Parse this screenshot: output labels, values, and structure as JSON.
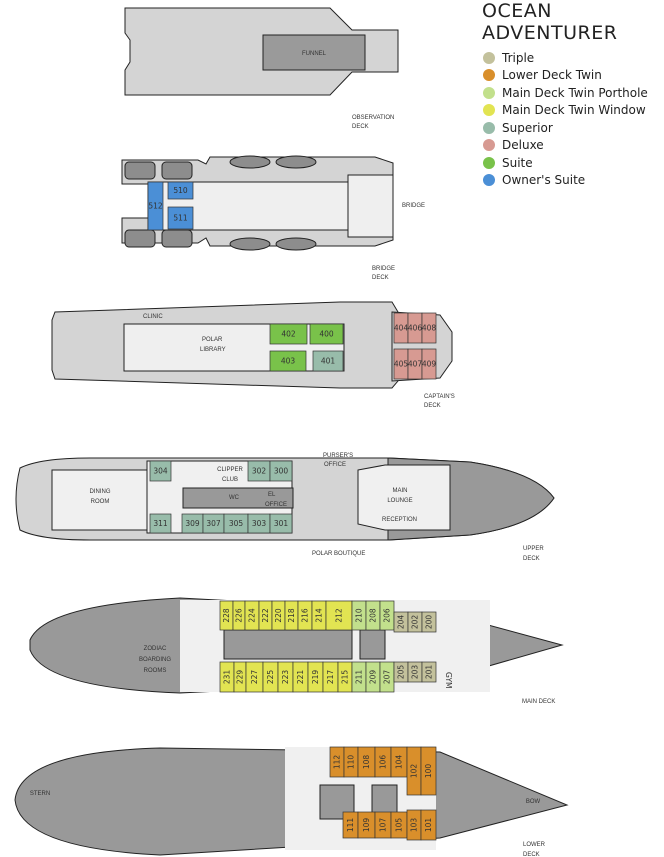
{
  "title": "OCEAN ADVENTURER",
  "legend": [
    {
      "label": "Triple",
      "color": "#c3c19c"
    },
    {
      "label": "Lower Deck Twin",
      "color": "#d98f2b"
    },
    {
      "label": "Main Deck Twin Porthole",
      "color": "#c2e08c"
    },
    {
      "label": "Main Deck Twin Window",
      "color": "#e2e452"
    },
    {
      "label": "Superior",
      "color": "#98bcaa"
    },
    {
      "label": "Deluxe",
      "color": "#d79a92"
    },
    {
      "label": "Suite",
      "color": "#79c24a"
    },
    {
      "label": "Owner's Suite",
      "color": "#4b8fd6"
    }
  ],
  "decks": {
    "observation": {
      "name1": "OBSERVATION",
      "name2": "DECK",
      "funnel": "FUNNEL"
    },
    "bridge": {
      "name1": "BRIDGE",
      "name2": "DECK",
      "bridge": "BRIDGE",
      "cabins": [
        {
          "n": "512",
          "c": 7
        },
        {
          "n": "510",
          "c": 7
        },
        {
          "n": "511",
          "c": 7
        }
      ]
    },
    "captains": {
      "name1": "CAPTAIN'S",
      "name2": "DECK",
      "clinic": "CLINIC",
      "library1": "POLAR",
      "library2": "LIBRARY",
      "cabins": [
        {
          "n": "402",
          "c": 6
        },
        {
          "n": "400",
          "c": 6
        },
        {
          "n": "403",
          "c": 6
        },
        {
          "n": "401",
          "c": 4
        },
        {
          "n": "404",
          "c": 5
        },
        {
          "n": "406",
          "c": 5
        },
        {
          "n": "408",
          "c": 5
        },
        {
          "n": "405",
          "c": 5
        },
        {
          "n": "407",
          "c": 5
        },
        {
          "n": "409",
          "c": 5
        }
      ]
    },
    "upper": {
      "name1": "UPPER",
      "name2": "DECK",
      "dining1": "DINING",
      "dining2": "ROOM",
      "club1": "CLIPPER",
      "club2": "CLUB",
      "wc": "WC",
      "office1": "EL",
      "office2": "OFFICE",
      "purser1": "PURSER'S",
      "purser2": "OFFICE",
      "lounge1": "MAIN",
      "lounge2": "LOUNGE",
      "reception": "RECEPTION",
      "boutique": "POLAR BOUTIQUE",
      "cabins": [
        {
          "n": "304",
          "c": 4
        },
        {
          "n": "302",
          "c": 4
        },
        {
          "n": "300",
          "c": 4
        },
        {
          "n": "311",
          "c": 4
        },
        {
          "n": "309",
          "c": 4
        },
        {
          "n": "307",
          "c": 4
        },
        {
          "n": "305",
          "c": 4
        },
        {
          "n": "303",
          "c": 4
        },
        {
          "n": "301",
          "c": 4
        }
      ]
    },
    "main": {
      "name": "MAIN DECK",
      "zodiac1": "ZODIAC",
      "zodiac2": "BOARDING",
      "zodiac3": "ROOMS",
      "gym": "GYM",
      "top": [
        {
          "n": "228",
          "c": 3
        },
        {
          "n": "226",
          "c": 3
        },
        {
          "n": "224",
          "c": 3
        },
        {
          "n": "222",
          "c": 3
        },
        {
          "n": "220",
          "c": 3
        },
        {
          "n": "218",
          "c": 3
        },
        {
          "n": "216",
          "c": 3
        },
        {
          "n": "214",
          "c": 3
        },
        {
          "n": "212",
          "c": 3
        },
        {
          "n": "210",
          "c": 2
        },
        {
          "n": "208",
          "c": 2
        },
        {
          "n": "206",
          "c": 2
        },
        {
          "n": "204",
          "c": 0
        },
        {
          "n": "202",
          "c": 0
        },
        {
          "n": "200",
          "c": 0
        }
      ],
      "bottom": [
        {
          "n": "231",
          "c": 3
        },
        {
          "n": "229",
          "c": 3
        },
        {
          "n": "227",
          "c": 3
        },
        {
          "n": "225",
          "c": 3
        },
        {
          "n": "223",
          "c": 3
        },
        {
          "n": "221",
          "c": 3
        },
        {
          "n": "219",
          "c": 3
        },
        {
          "n": "217",
          "c": 3
        },
        {
          "n": "215",
          "c": 3
        },
        {
          "n": "211",
          "c": 2
        },
        {
          "n": "209",
          "c": 2
        },
        {
          "n": "207",
          "c": 2
        },
        {
          "n": "205",
          "c": 0
        },
        {
          "n": "203",
          "c": 0
        },
        {
          "n": "201",
          "c": 0
        }
      ]
    },
    "lower": {
      "name1": "LOWER",
      "name2": "DECK",
      "stern": "STERN",
      "bow": "BOW",
      "top": [
        {
          "n": "112",
          "c": 1
        },
        {
          "n": "110",
          "c": 1
        },
        {
          "n": "108",
          "c": 1
        },
        {
          "n": "106",
          "c": 1
        },
        {
          "n": "104",
          "c": 1
        },
        {
          "n": "102",
          "c": 1
        },
        {
          "n": "100",
          "c": 1
        }
      ],
      "bottom": [
        {
          "n": "111",
          "c": 1
        },
        {
          "n": "109",
          "c": 1
        },
        {
          "n": "107",
          "c": 1
        },
        {
          "n": "105",
          "c": 1
        },
        {
          "n": "103",
          "c": 1
        },
        {
          "n": "101",
          "c": 1
        }
      ]
    }
  }
}
